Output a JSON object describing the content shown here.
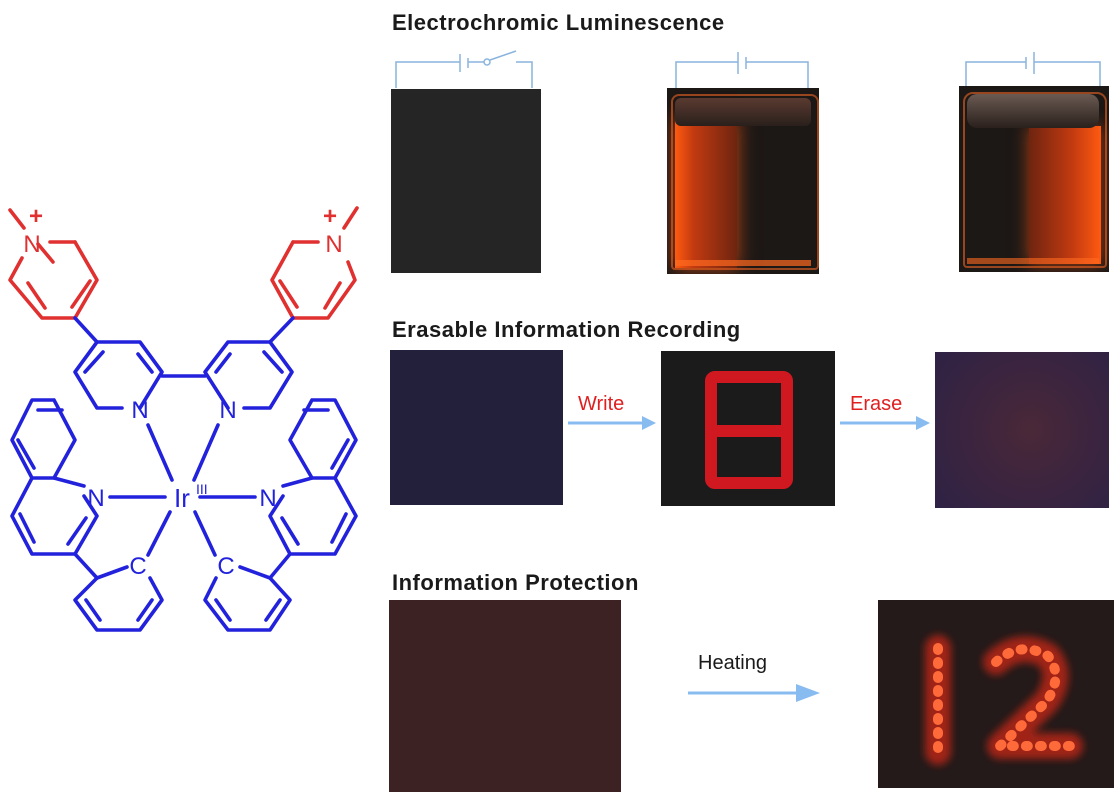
{
  "molecule": {
    "metal_label": "Ir",
    "oxidation_label": "III",
    "nitrogen_label": "N",
    "carbon_label": "C",
    "charge_label": "+",
    "colors": {
      "core": "#2222dd",
      "pyridinium": "#e03030"
    }
  },
  "sections": {
    "electrochromic": {
      "title": "Electrochromic Luminescence"
    },
    "recording": {
      "title": "Erasable Information Recording",
      "write_label": "Write",
      "erase_label": "Erase"
    },
    "protection": {
      "title": "Information Protection",
      "heating_label": "Heating"
    }
  },
  "colors": {
    "arrow": "#88bbf0",
    "label_red": "#e02020",
    "circuit": "#8ab4de"
  }
}
